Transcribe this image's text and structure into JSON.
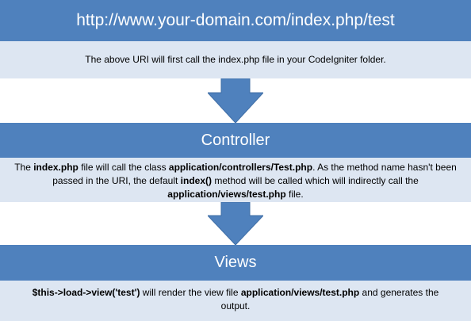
{
  "header1": {
    "text": "http://www.your-domain.com/index.php/test"
  },
  "desc1": {
    "text": "The above URI will first call the index.php file in your CodeIgniter folder."
  },
  "header2": {
    "text": "Controller"
  },
  "desc2": {
    "s1": "The ",
    "b1": "index.php",
    "s2": " file will call the class ",
    "b2": "application/controllers/Test.php",
    "s3": ". As the method name hasn't been passed in the URI, the default ",
    "b3": "index()",
    "s4": " method will be called which will indirectly call the ",
    "b4": "application/views/test.php",
    "s5": " file."
  },
  "header3": {
    "text": "Views"
  },
  "desc3": {
    "b1": "$this->load->view('test')",
    "s1": " will render the view file ",
    "b2": "application/views/test.php",
    "s2": " and generates the output."
  },
  "colors": {
    "header": "#4f81bd",
    "description": "#dde6f2",
    "arrow": "#4f81bd"
  }
}
